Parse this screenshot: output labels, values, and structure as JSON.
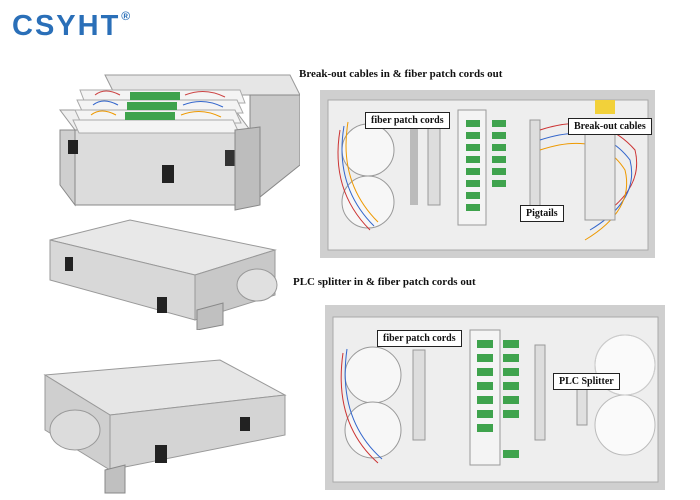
{
  "logo": {
    "text": "CSYHT",
    "mark": "®"
  },
  "section1": {
    "heading": "Break-out cables in & fiber patch cords out",
    "labels": {
      "patch_cords": "fiber patch cords",
      "breakout": "Break-out cables",
      "pigtails": "Pigtails"
    }
  },
  "section2": {
    "heading": "PLC splitter in & fiber patch cords out",
    "labels": {
      "patch_cords": "fiber patch cords",
      "splitter": "PLC Splitter"
    }
  },
  "colors": {
    "brand": "#2a6fb8",
    "enclosure": "#d9d9d9",
    "adapter_green": "#3fa34d",
    "tray_white": "#f2f2f2"
  }
}
